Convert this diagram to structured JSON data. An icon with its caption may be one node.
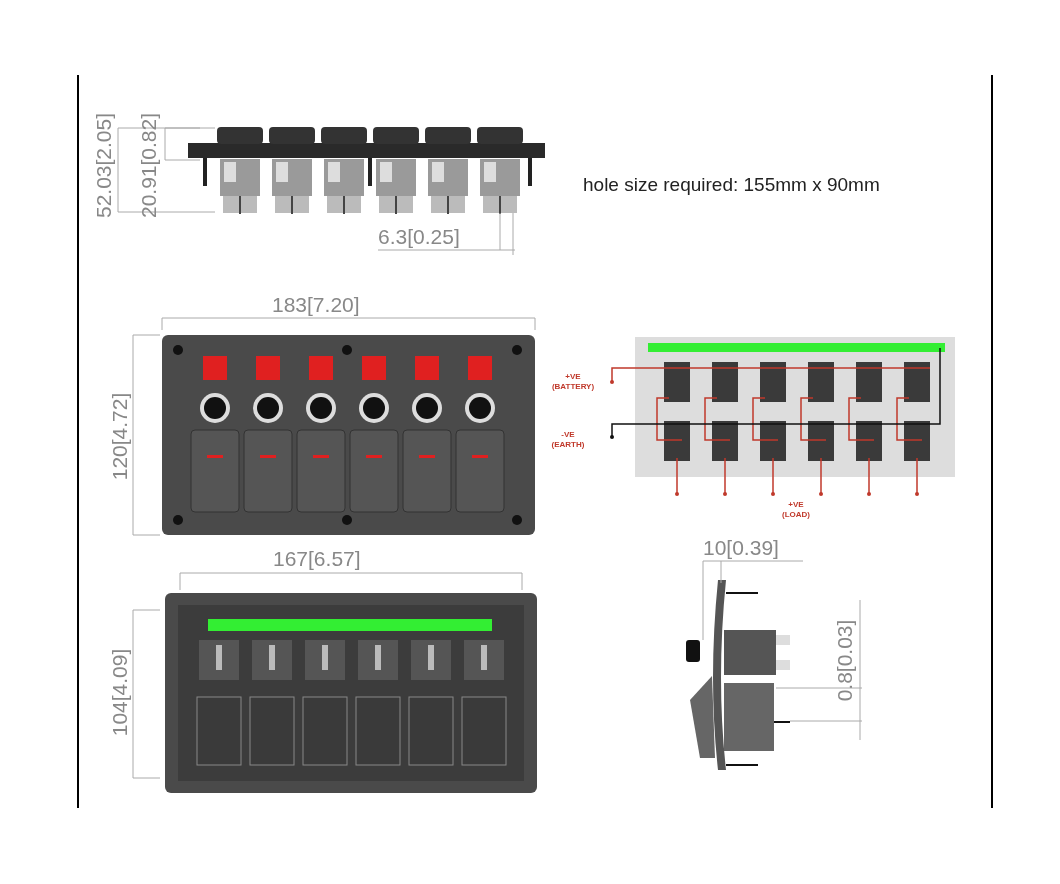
{
  "diagram": {
    "labels": [
      "52.03[2.05]",
      "20.91[0.82]",
      "6.3[0.25]",
      "hole size required: 155mm x 90mm",
      "183[7.20]",
      "120[4.72]",
      "+VE (BATTERY)",
      "-VE (EARTH)",
      "+VE (LOAD)",
      "167[6.57]",
      "10[0.39]",
      "104[4.09]",
      "0.8[0.03]"
    ]
  }
}
